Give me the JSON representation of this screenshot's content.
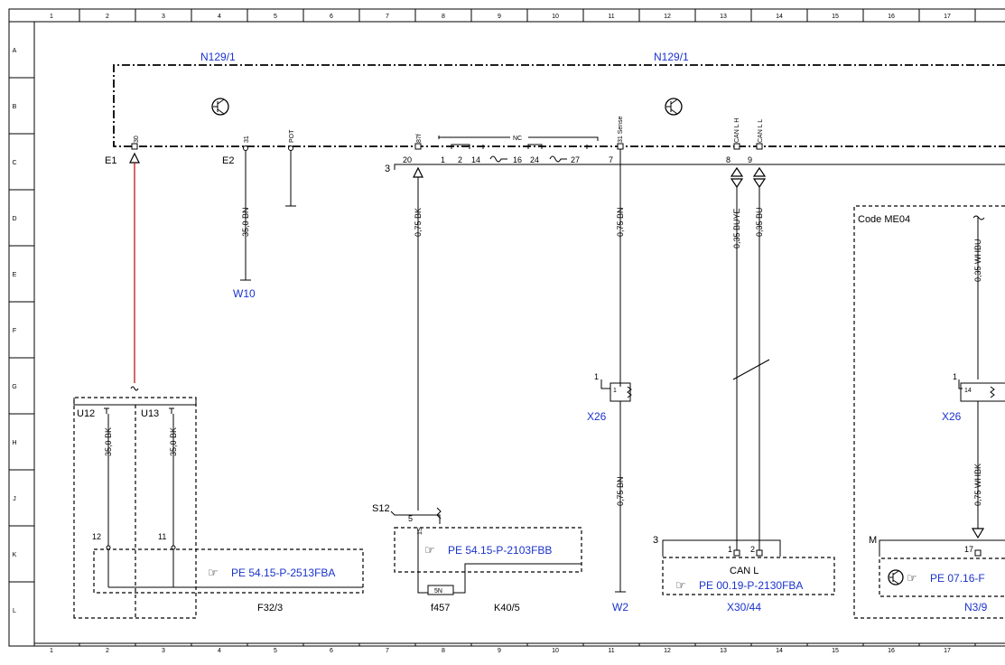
{
  "grid": {
    "columns": [
      "1",
      "2",
      "3",
      "4",
      "5",
      "6",
      "7",
      "8",
      "9",
      "10",
      "11",
      "12",
      "13",
      "14",
      "15",
      "16",
      "17"
    ],
    "rows": [
      "A",
      "B",
      "C",
      "D",
      "E",
      "F",
      "G",
      "H",
      "J",
      "K",
      "L"
    ]
  },
  "components": {
    "n129_left": "N129/1",
    "n129_right": "N129/1",
    "e1": "E1",
    "e2": "E2",
    "w10": "W10",
    "w2": "W2",
    "x26_left": "X26",
    "x26_right": "X26",
    "u12": "U12",
    "u13": "U13",
    "f32": "F32/3",
    "s12": "S12",
    "f457": "f457",
    "k40": "K40/5",
    "x30": "X30/44",
    "n3": "N3/9",
    "code_me04": "Code ME04",
    "can_l": "CAN L",
    "m_label": "M"
  },
  "pins": {
    "p30": "30",
    "p31": "31",
    "pot": "POT",
    "p87f": "87f",
    "nc": "NC",
    "p31sense": "31 Sense",
    "canlh": "CAN L H",
    "canll": "CAN L L",
    "c3": "3",
    "c20": "20",
    "c1": "1",
    "c2": "2",
    "c14": "14",
    "c16": "16",
    "c24": "24",
    "c27": "27",
    "c7": "7",
    "c8": "8",
    "c9": "9",
    "x26l_1a": "1",
    "x26l_1b": "1",
    "x26r_1": "1",
    "x26r_14": "14",
    "s12_5": "5",
    "s12_1s": "1S",
    "fuse_5n": "5N",
    "u_12": "12",
    "u_11": "11",
    "x30_3": "3",
    "x30_1": "1",
    "x30_2": "2",
    "n3_17": "17"
  },
  "wires": {
    "w_35bn": "35,0 BN",
    "w_075bk": "0,75 BK",
    "w_075bn_top": "0,75 BN",
    "w_035buye": "0,35 BUYE",
    "w_035bu": "0,35 BU",
    "w_035whbu": "0,35 WHBU",
    "w_35bk_u12": "35,0 BK",
    "w_35bk_u13": "35,0 BK",
    "w_075bn_bottom": "0,75 BN",
    "w_075whbk": "0,75 WHBK"
  },
  "refs": {
    "pe_2513": "PE 54.15-P-2513FBA",
    "pe_2103": "PE 54.15-P-2103FBB",
    "pe_2130": "PE 00.19-P-2130FBA",
    "pe_0716": "PE 07.16-F"
  },
  "colors": {
    "line": "#000000",
    "reference_text": "#1a33cc",
    "highlight_wire": "#c00000",
    "background": "#ffffff"
  }
}
